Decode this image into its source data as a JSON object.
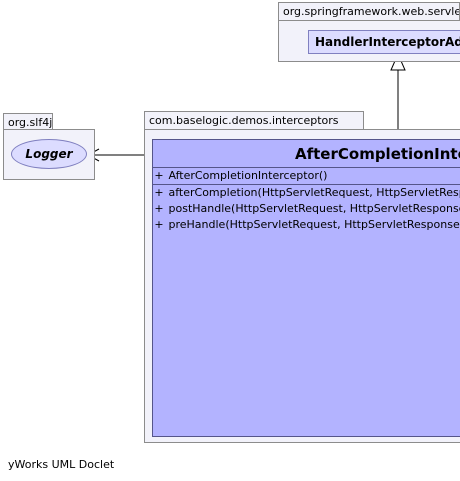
{
  "packages": {
    "slf4j": {
      "name": "org.slf4j",
      "classes": {
        "logger": "Logger"
      }
    },
    "spring": {
      "name": "org.springframework.web.servlet.handler",
      "classes": {
        "adapter": "HandlerInterceptorAdapter"
      }
    },
    "demo": {
      "name": "com.baselogic.demos.interceptors",
      "classes": {
        "main": {
          "name": "AfterCompletionInterceptor",
          "constructors": [
            {
              "vis": "+",
              "text": "AfterCompletionInterceptor()"
            }
          ],
          "methods": [
            {
              "vis": "+",
              "text": "afterCompletion(HttpServletRequest, HttpServletResponse, Object, Exception)"
            },
            {
              "vis": "+",
              "text": "postHandle(HttpServletRequest, HttpServletResponse, Object, ModelAndView)"
            },
            {
              "vis": "+",
              "text": "preHandle(HttpServletRequest, HttpServletResponse, Object)"
            }
          ]
        }
      }
    }
  },
  "footer": "yWorks UML Doclet"
}
